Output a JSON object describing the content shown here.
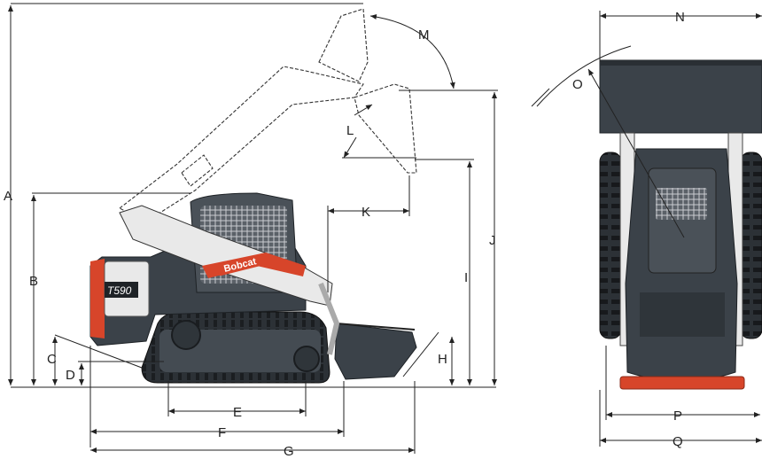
{
  "labels": {
    "A": "A",
    "B": "B",
    "C": "C",
    "D": "D",
    "E": "E",
    "F": "F",
    "G": "G",
    "H": "H",
    "I": "I",
    "J": "J",
    "K": "K",
    "L": "L",
    "M": "M",
    "N": "N",
    "O": "O",
    "P": "P",
    "Q": "Q"
  },
  "machine": {
    "brand": "Bobcat",
    "model": "T590"
  },
  "colors": {
    "body": "#3b4249",
    "accent": "#d7452a",
    "steel": "#e9e9e9",
    "line": "#222222"
  }
}
